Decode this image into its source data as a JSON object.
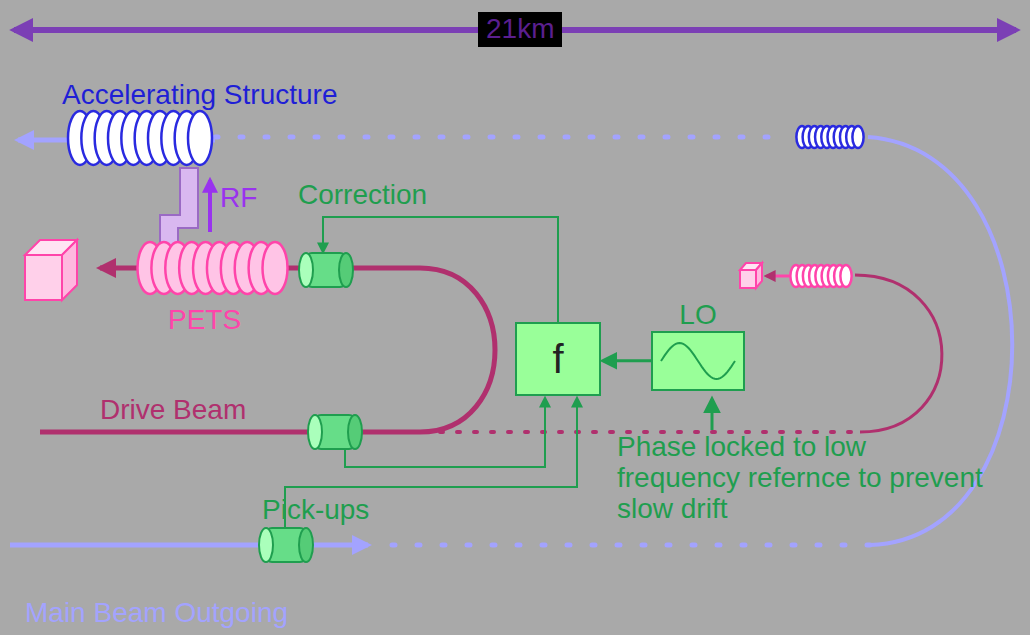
{
  "diagram": {
    "nodes": [
      {
        "text": [
          "f"
        ]
      },
      {
        "text": [
          "LO"
        ]
      }
    ],
    "edges": [
      {
        "from": 1,
        "to": 0,
        "arrow": "to"
      }
    ],
    "labels": [
      "21km",
      "Accelerating Structure",
      "Correction",
      "RF",
      "PETS",
      "Drive Beam",
      "Pick-ups",
      "Phase locked to low frequency refernce to prevent slow drift",
      "Main Beam Outgoing"
    ]
  }
}
